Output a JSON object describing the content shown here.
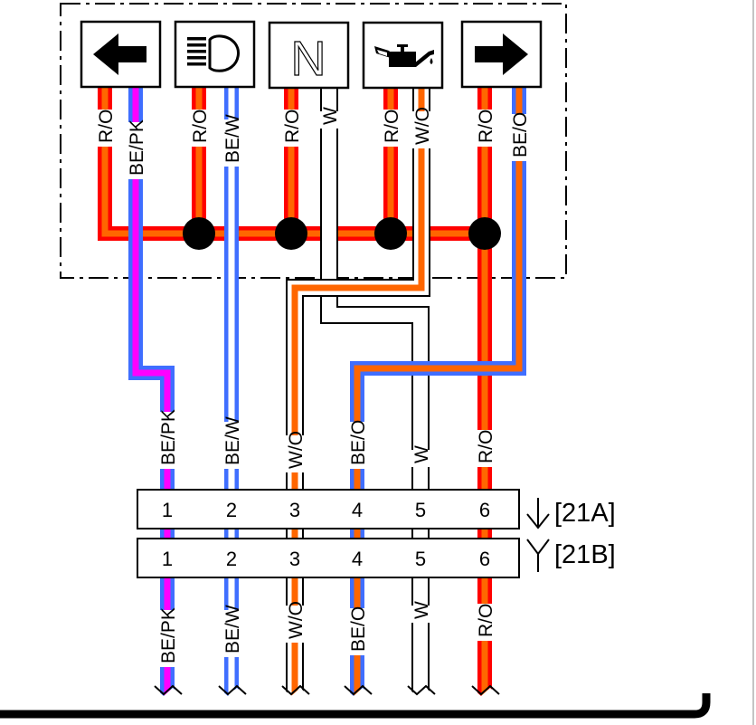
{
  "title": "Indicator lamp panel wiring diagram",
  "colors": {
    "R": "#ff0000",
    "O": "#ff6600",
    "BE": "#3f6eff",
    "PK": "#ff00ff",
    "W": "#ffffff",
    "outline": "#000000"
  },
  "lamps": [
    {
      "icon": "left-turn-arrow-icon",
      "description": "Left turn signal indicator",
      "wires": [
        "R/O",
        "BE/PK"
      ]
    },
    {
      "icon": "high-beam-icon",
      "description": "High beam indicator",
      "wires": [
        "R/O",
        "BE/W"
      ]
    },
    {
      "icon": "neutral-n-icon",
      "symbol": "N",
      "description": "Neutral indicator",
      "wires": [
        "R/O",
        "W"
      ]
    },
    {
      "icon": "oil-can-icon",
      "description": "Oil pressure indicator",
      "wires": [
        "R/O",
        "W/O"
      ]
    },
    {
      "icon": "right-turn-arrow-icon",
      "description": "Right turn signal indicator",
      "wires": [
        "R/O",
        "BE/O"
      ]
    }
  ],
  "connector_pins": [
    "1",
    "2",
    "3",
    "4",
    "5",
    "6"
  ],
  "connector_wires": [
    "BE/PK",
    "BE/W",
    "W/O",
    "BE/O",
    "W",
    "R/O"
  ],
  "connectors": [
    {
      "id": "[21A]",
      "symbol": "socket"
    },
    {
      "id": "[21B]",
      "symbol": "pin"
    }
  ]
}
